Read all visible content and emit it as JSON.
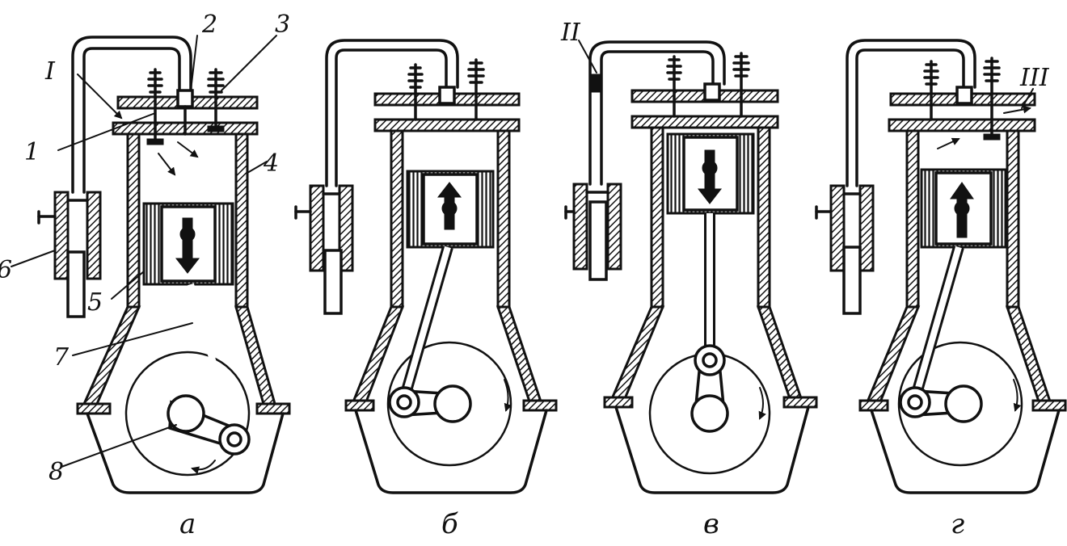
{
  "panels": [
    {
      "caption": "а",
      "piston_motion": "down",
      "crank_angle_deg": 40
    },
    {
      "caption": "б",
      "piston_motion": "up",
      "crank_angle_deg": 180
    },
    {
      "caption": "в",
      "piston_motion": "down",
      "crank_angle_deg": 270
    },
    {
      "caption": "г",
      "piston_motion": "up",
      "crank_angle_deg": 180
    }
  ],
  "labels": {
    "roman_1": "I",
    "roman_2": "II",
    "roman_3": "III",
    "n1": "1",
    "n2": "2",
    "n3": "3",
    "n4": "4",
    "n5": "5",
    "n6": "6",
    "n7": "7",
    "n8": "8"
  },
  "colors": {
    "ink": "#111111",
    "paper": "#ffffff"
  }
}
